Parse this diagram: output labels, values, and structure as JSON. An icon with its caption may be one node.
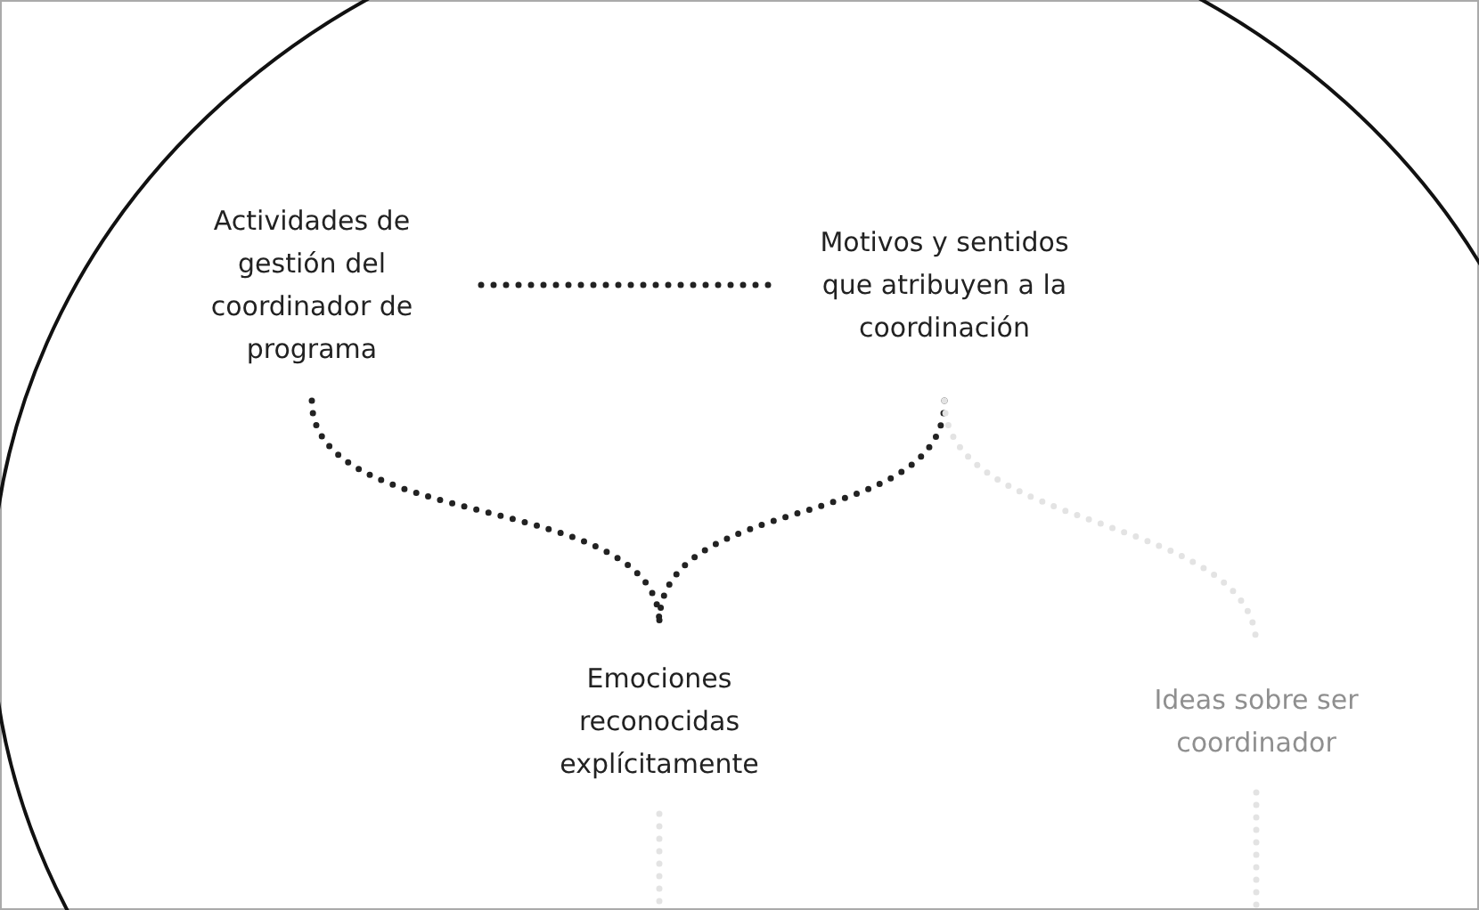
{
  "diagram": {
    "nodes": [
      {
        "text": [
          "Actividades de gestión del coordinador de programa"
        ]
      },
      {
        "text": [
          "Motivos y sentidos que atribuyen a la coordinación"
        ]
      },
      {
        "text": [
          "Emociones reconocidas explícitamente"
        ]
      },
      {
        "text": [
          "Ideas sobre ser coordinador"
        ]
      }
    ],
    "edges": [
      {
        "from": 0,
        "to": 1,
        "arrow": "none",
        "style": "dashed"
      },
      {
        "from": 0,
        "to": 2,
        "arrow": "none",
        "style": "dashed"
      },
      {
        "from": 1,
        "to": 2,
        "arrow": "none",
        "style": "dashed"
      },
      {
        "from": 1,
        "to": 3,
        "arrow": "none",
        "style": "dashed",
        "color": "#e3e3e3"
      },
      {
        "from": 2,
        "to": null,
        "arrow": "none",
        "style": "dashed",
        "color": "#e3e3e3"
      },
      {
        "from": 3,
        "to": null,
        "arrow": "none",
        "style": "dashed",
        "color": "#e3e3e3"
      }
    ]
  }
}
